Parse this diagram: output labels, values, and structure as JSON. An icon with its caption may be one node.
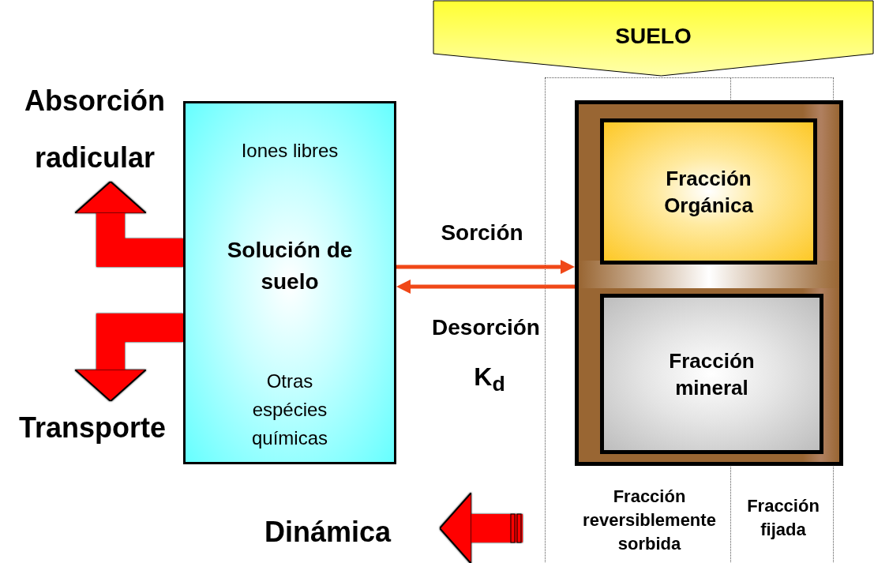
{
  "diagram": {
    "nodes": [
      {
        "text": [
          "SUELO"
        ]
      },
      {
        "text": [
          "Absorción radicular"
        ]
      },
      {
        "text": [
          "Iones libres",
          "Solución de suelo",
          "Otras espécies químicas"
        ]
      },
      {
        "text": [
          "Transporte"
        ]
      },
      {
        "text": [],
        "shape": "box"
      },
      {
        "text": [
          "Fracción Orgánica"
        ],
        "in": 4
      },
      {
        "text": [
          "Fracción mineral"
        ],
        "in": 4
      },
      {
        "text": [
          "Dinámica"
        ]
      }
    ],
    "edges": [
      {
        "from": 2,
        "to": 4,
        "arrow": "to",
        "label": "Sorción"
      },
      {
        "from": 4,
        "to": 2,
        "arrow": "to",
        "label": "Desorción"
      },
      {
        "from": 2,
        "to": 1,
        "arrow": "to",
        "color": "#ff0000"
      },
      {
        "from": 2,
        "to": 3,
        "arrow": "to",
        "color": "#ff0000"
      },
      {
        "from": null,
        "to": 7,
        "arrow": "to",
        "color": "#ff0000"
      }
    ],
    "labels": [
      "K$_{d}$",
      "Fracción reversiblemente sorbida",
      "Fracción fijada"
    ]
  }
}
